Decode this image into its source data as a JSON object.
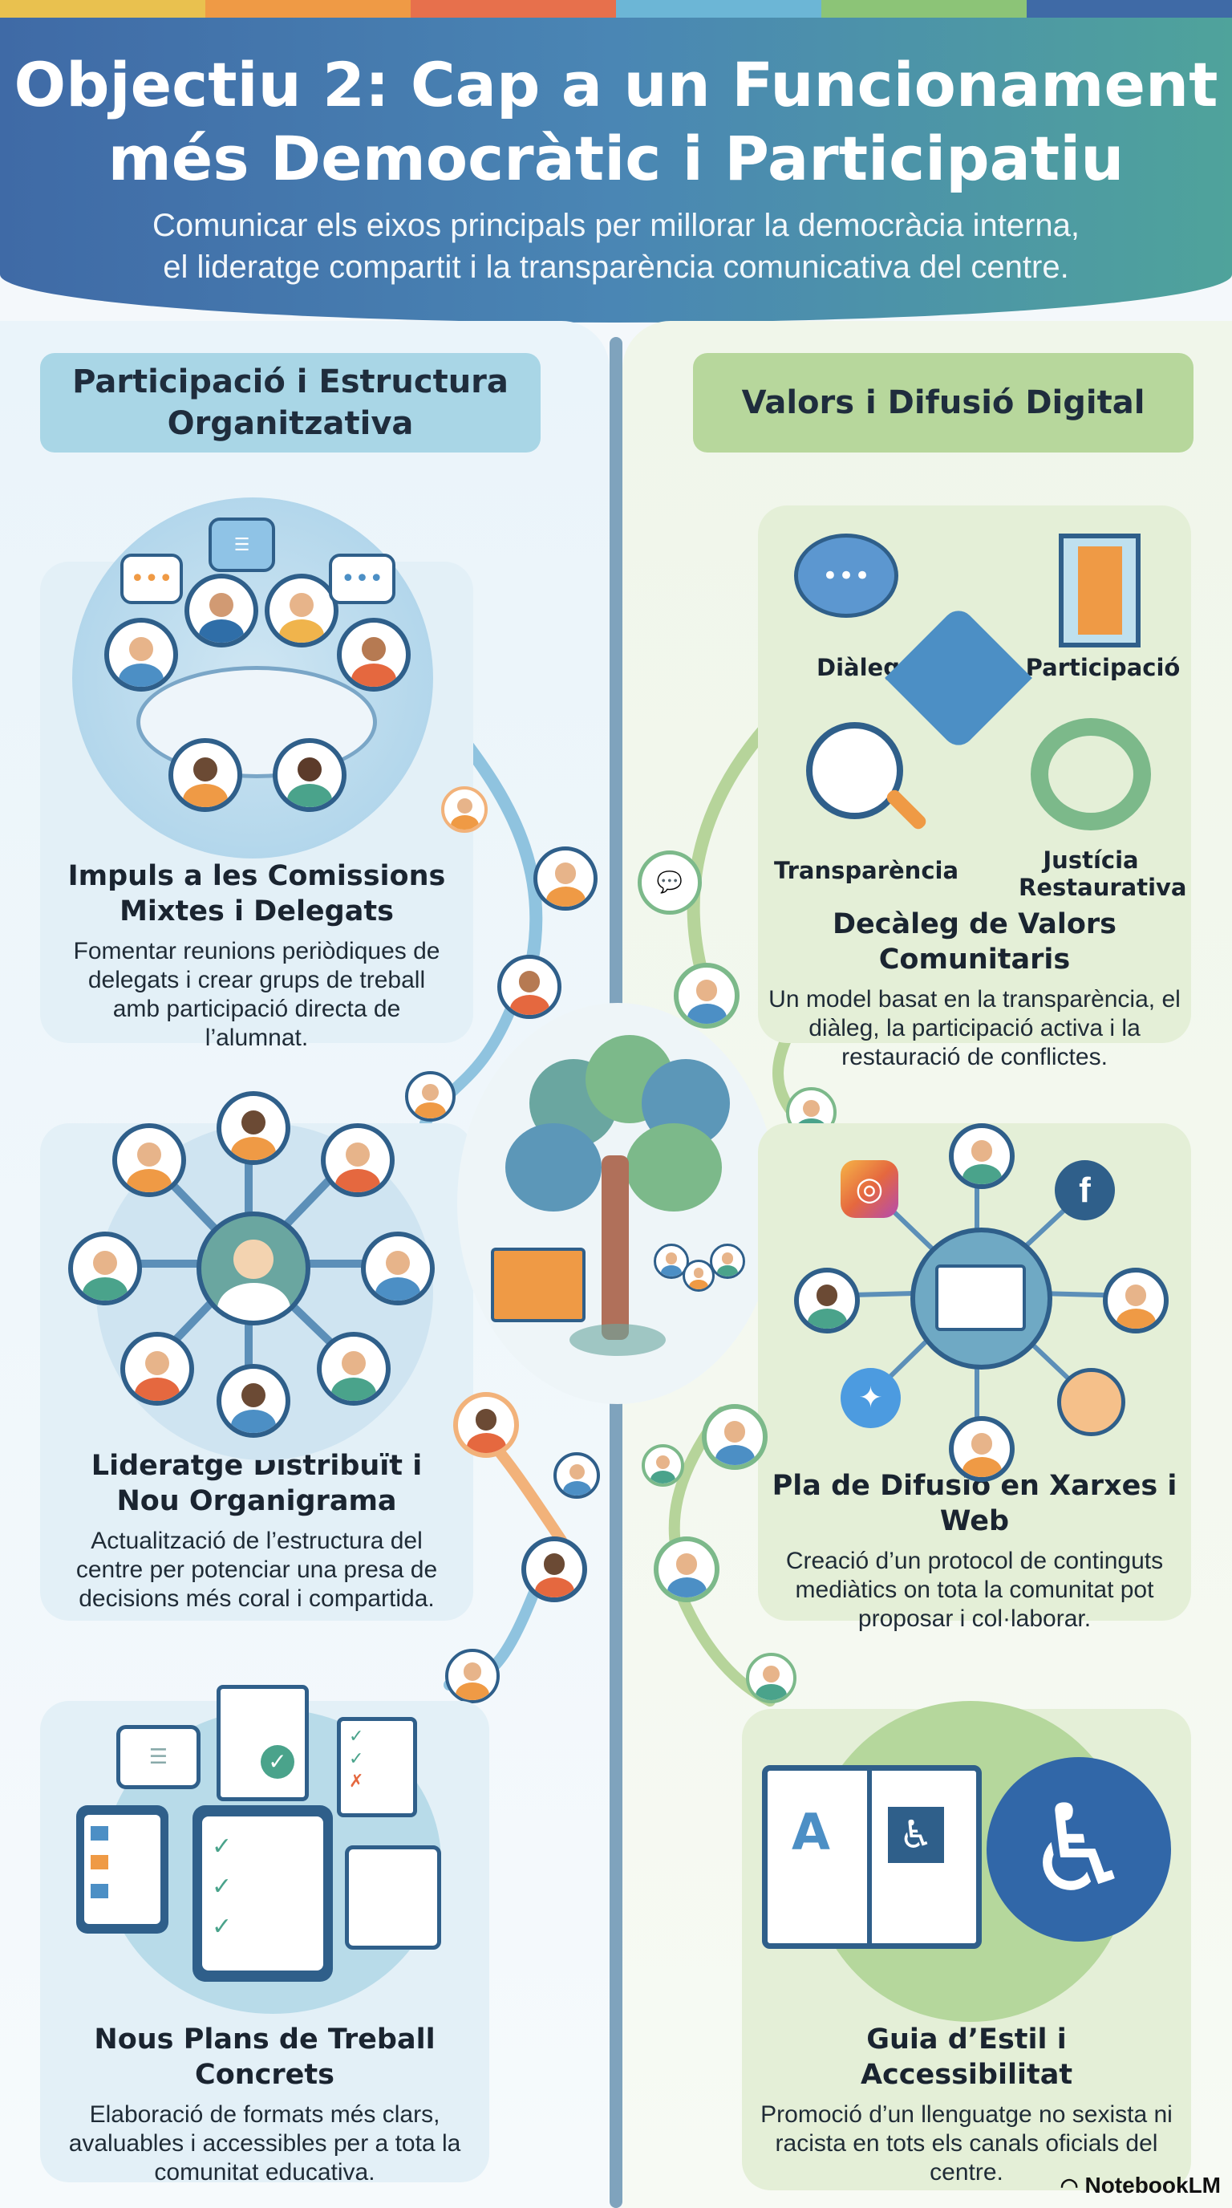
{
  "topbar_colors": [
    "#e9c14f",
    "#ef9a45",
    "#e7704c",
    "#6cb6d6",
    "#8cc477",
    "#3f6aa6"
  ],
  "header": {
    "title_line1": "Objectiu 2: Cap a un Funcionament",
    "title_line2": "més Democràtic i Participatiu",
    "subtitle_line1": "Comunicar els eixos principals per millorar la democràcia interna,",
    "subtitle_line2": "el lideratge compartit i la transparència comunicativa del centre."
  },
  "left_column": {
    "heading": "Participació i Estructura Organitzativa",
    "cards": [
      {
        "title": "Impuls a les Comissions Mixtes i Delegats",
        "text": "Fomentar reunions periòdiques de delegats i crear grups de treball amb participació directa de l’alumnat."
      },
      {
        "title": "Lideratge Distribuït i Nou Organigrama",
        "text": "Actualització de l’estructura del centre per potenciar una presa de decisions més coral i compartida."
      },
      {
        "title": "Nous Plans de Treball Concrets",
        "text": "Elaboració de formats més clars, avaluables i accessibles per a tota la comunitat educativa."
      }
    ]
  },
  "right_column": {
    "heading": "Valors i Difusió Digital",
    "values_labels": {
      "dialeg": "Diàleg",
      "participacio": "Participació",
      "transparencia": "Transparència",
      "justicia": "Justícia Restaurativa"
    },
    "cards": [
      {
        "title": "Decàleg de Valors Comunitaris",
        "text": "Un model basat en la transparència, el diàleg, la participació activa i la restauració de conflictes."
      },
      {
        "title": "Pla de Difusió en Xarxes i Web",
        "text": "Creació d’un protocol de continguts mediàtics on tota la comunitat pot proposar i col·laborar."
      },
      {
        "title": "Guia d’Estil i Accessibilitat",
        "text": "Promoció d’un llenguatge no sexista ni racista en tots els canals oficials del centre."
      }
    ]
  },
  "footer": {
    "brand": "NotebookLM"
  },
  "colors": {
    "accent_blue": "#3f6aa6",
    "accent_green": "#8cc477",
    "dark_navy": "#2f5f8a"
  }
}
